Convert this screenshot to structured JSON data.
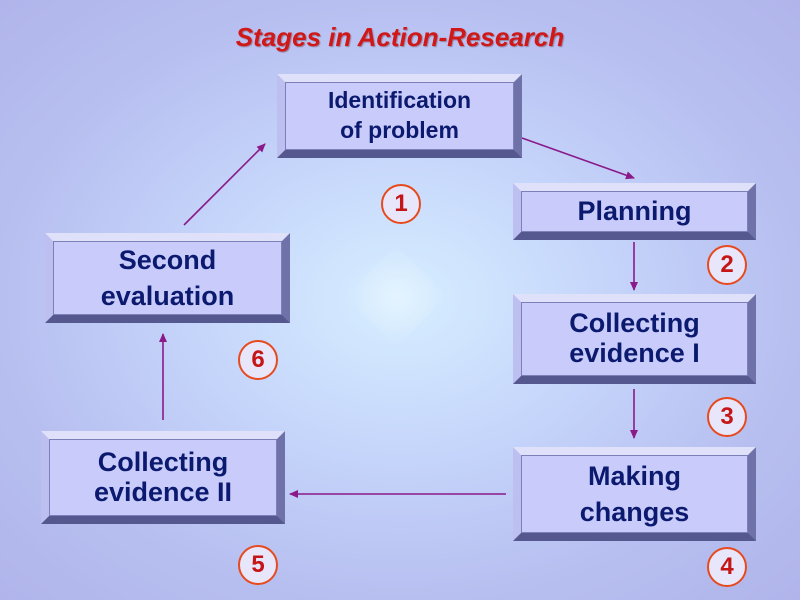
{
  "title": "Stages in Action-Research",
  "stages": [
    {
      "label": "Identification\nof problem",
      "number": "1"
    },
    {
      "label": "Planning",
      "number": "2"
    },
    {
      "label": "Collecting\nevidence I",
      "number": "3"
    },
    {
      "label": "Making\nchanges",
      "number": "4"
    },
    {
      "label": "Collecting\nevidence II",
      "number": "5"
    },
    {
      "label": "Second\nevaluation",
      "number": "6"
    }
  ],
  "colors": {
    "title": "#d01818",
    "box_text": "#0b1a6e",
    "box_face": "#c9ccfb",
    "arrow": "#8a1a8a",
    "number_ring": "#e64a1e",
    "number_text": "#c41616"
  }
}
